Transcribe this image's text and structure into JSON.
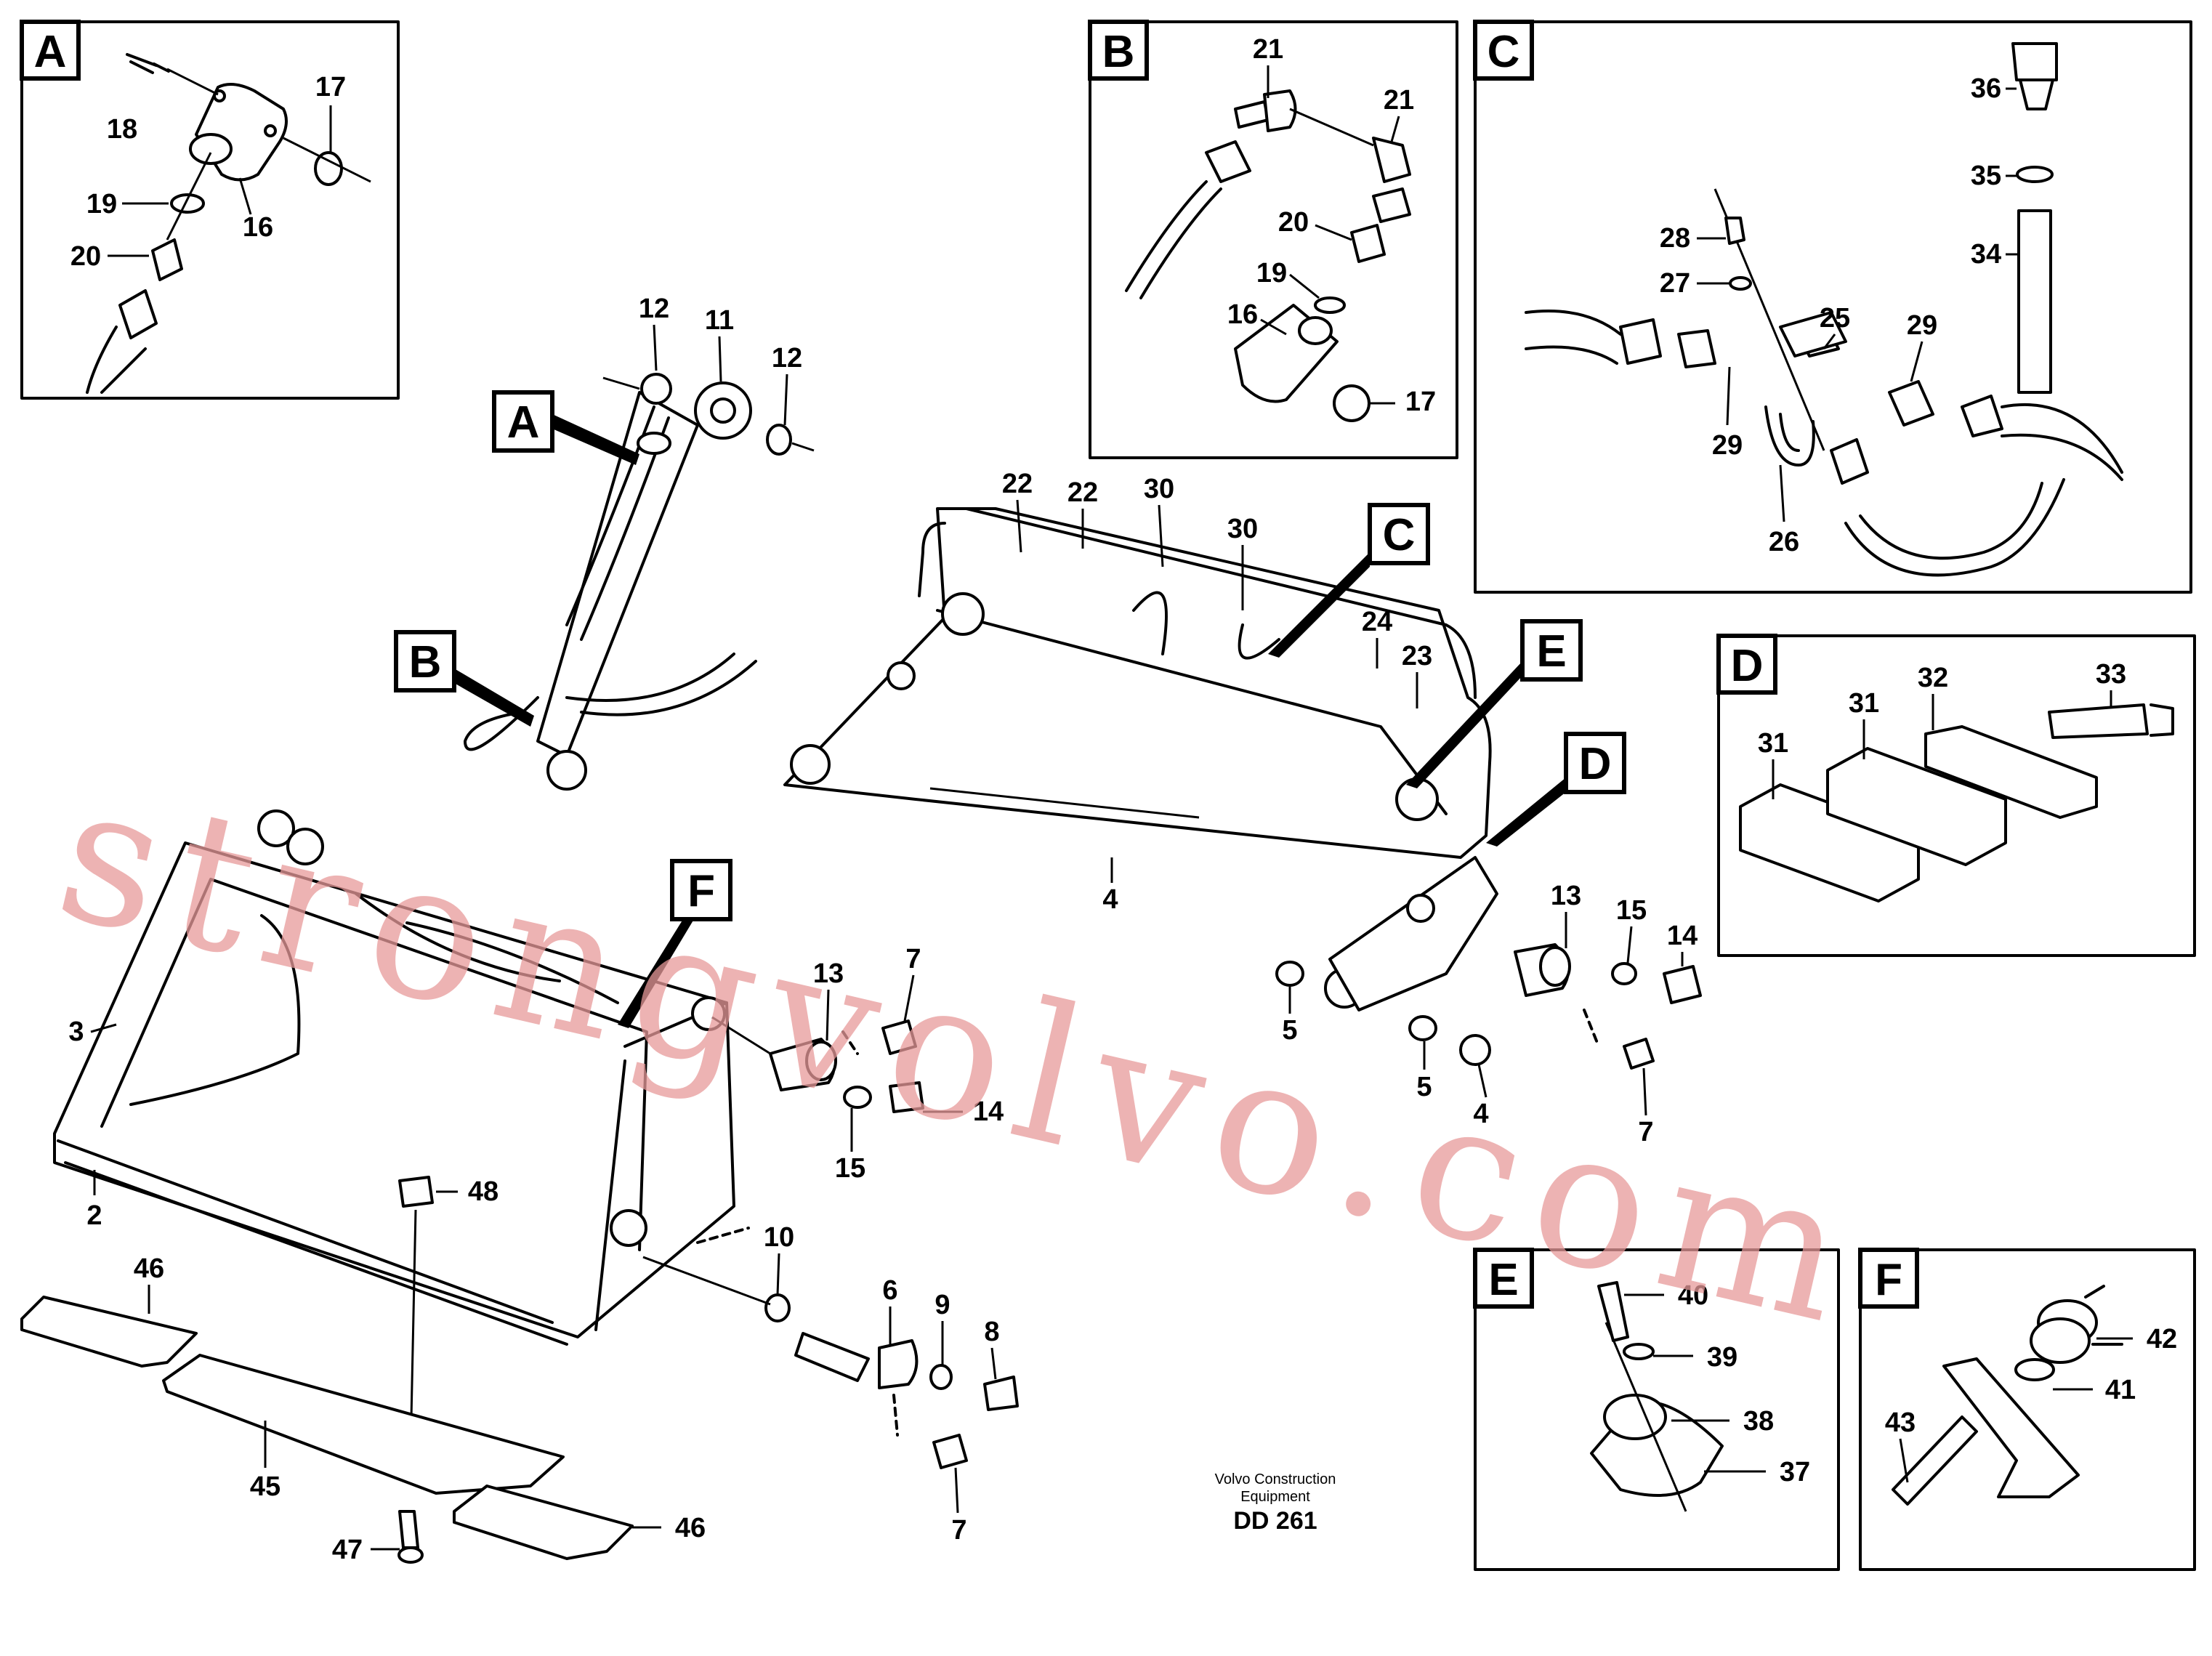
{
  "detail_labels": [
    "A",
    "B",
    "C",
    "D",
    "E",
    "F"
  ],
  "main_labels": {
    "A": "A",
    "B": "B",
    "C": "C",
    "D": "D",
    "E": "E",
    "F": "F"
  },
  "part_numbers": {
    "p2": "2",
    "p3": "3",
    "p4": "4",
    "p4b": "4",
    "p5a": "5",
    "p5b": "5",
    "p6": "6",
    "p7a": "7",
    "p7b": "7",
    "p7c": "7",
    "p8": "8",
    "p9": "9",
    "p10": "10",
    "p11": "11",
    "p12a": "12",
    "p12b": "12",
    "p13a": "13",
    "p13b": "13",
    "p14a": "14",
    "p14b": "14",
    "p15a": "15",
    "p15b": "15",
    "p16a": "16",
    "p16b": "16",
    "p17a": "17",
    "p17b": "17",
    "p18": "18",
    "p19a": "19",
    "p19b": "19",
    "p20a": "20",
    "p20b": "20",
    "p21a": "21",
    "p21b": "21",
    "p22a": "22",
    "p22b": "22",
    "p23": "23",
    "p24": "24",
    "p25": "25",
    "p26": "26",
    "p27": "27",
    "p28": "28",
    "p29a": "29",
    "p29b": "29",
    "p30a": "30",
    "p30b": "30",
    "p31a": "31",
    "p31b": "31",
    "p32": "32",
    "p33": "33",
    "p34": "34",
    "p35": "35",
    "p36": "36",
    "p37": "37",
    "p38": "38",
    "p39": "39",
    "p40": "40",
    "p41": "41",
    "p42": "42",
    "p43": "43",
    "p45": "45",
    "p46a": "46",
    "p46b": "46",
    "p47": "47",
    "p48": "48"
  },
  "footer": {
    "line1": "Volvo Construction",
    "line2": "Equipment",
    "code": "DD 261"
  },
  "watermark": "strongvolvo.com"
}
